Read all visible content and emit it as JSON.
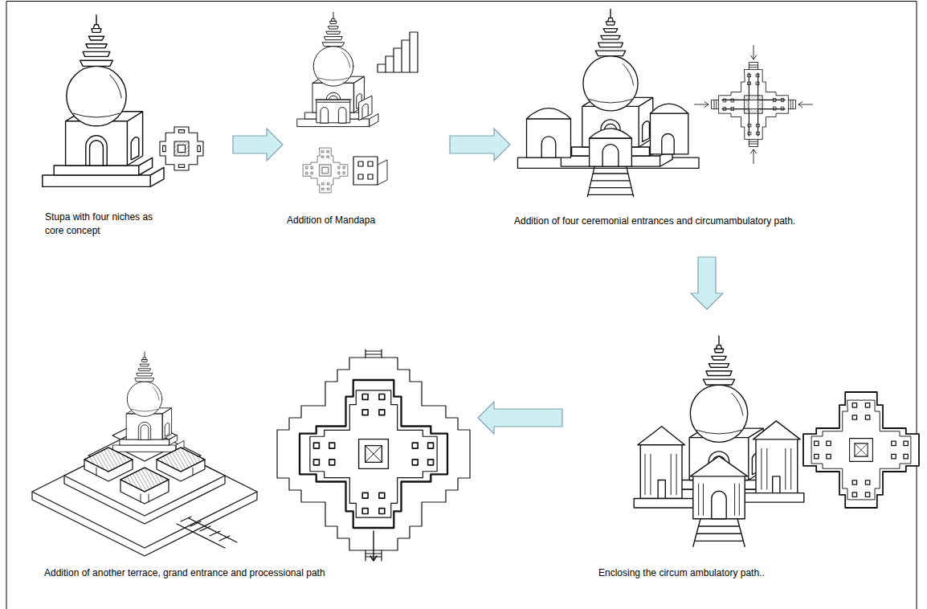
{
  "diagram": {
    "nodes": [
      {
        "text": [
          "Stupa with four niches as core concept"
        ]
      },
      {
        "text": [
          "Addition of Mandapa"
        ]
      },
      {
        "text": [
          "Addition of four ceremonial entrances and circumambulatory path."
        ]
      },
      {
        "text": [
          "Enclosing the circum ambulatory path.."
        ]
      },
      {
        "text": [
          "Addition of another terrace, grand entrance and processional path"
        ]
      }
    ],
    "edges": [
      {
        "from": 0,
        "to": 1,
        "arrow": "to"
      },
      {
        "from": 1,
        "to": 2,
        "arrow": "to"
      },
      {
        "from": 2,
        "to": 3,
        "arrow": "to"
      },
      {
        "from": 3,
        "to": 4,
        "arrow": "to"
      }
    ]
  }
}
